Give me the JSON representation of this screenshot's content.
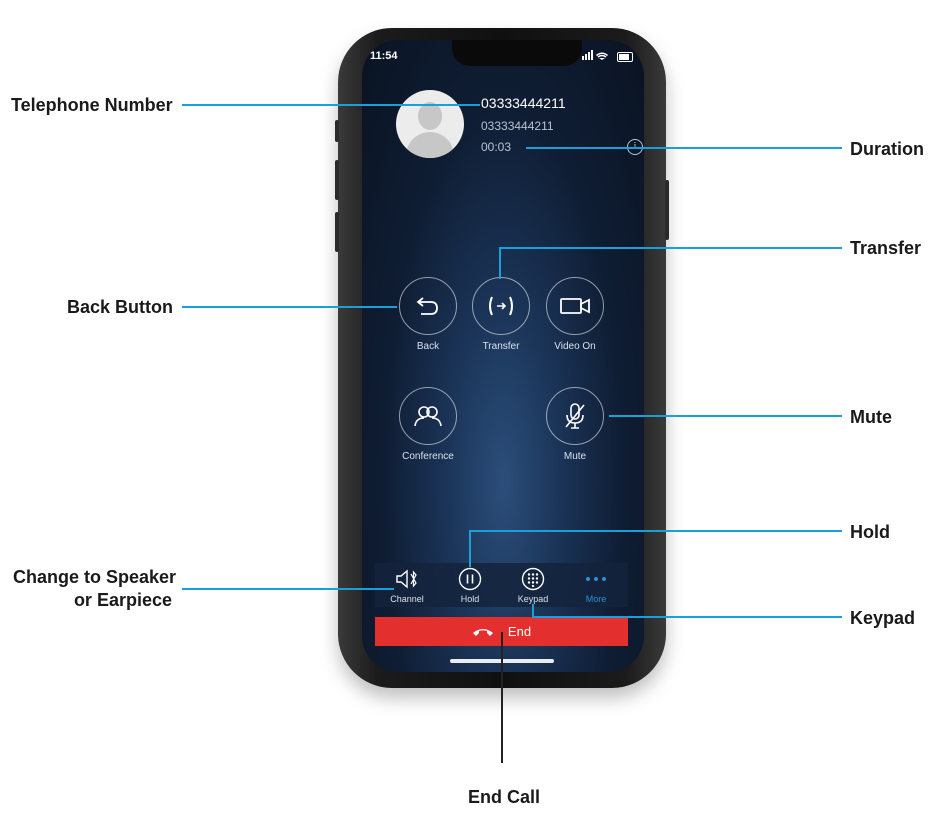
{
  "status_bar": {
    "time": "11:54",
    "icons": "signal-wifi-battery"
  },
  "caller": {
    "name": "03333444211",
    "number": "03333444211",
    "duration": "00:03"
  },
  "actions": [
    {
      "id": "back",
      "label": "Back",
      "icon": "back-arrow-icon"
    },
    {
      "id": "transfer",
      "label": "Transfer",
      "icon": "transfer-icon"
    },
    {
      "id": "video",
      "label": "Video On",
      "icon": "video-camera-icon"
    },
    {
      "id": "conference",
      "label": "Conference",
      "icon": "conference-icon"
    },
    {
      "id": "mute",
      "label": "Mute",
      "icon": "microphone-off-icon"
    }
  ],
  "toolbar": [
    {
      "id": "channel",
      "label": "Channel",
      "icon": "speaker-bluetooth-icon"
    },
    {
      "id": "hold",
      "label": "Hold",
      "icon": "pause-icon"
    },
    {
      "id": "keypad",
      "label": "Keypad",
      "icon": "keypad-icon"
    },
    {
      "id": "more",
      "label": "More",
      "icon": "more-dots-icon",
      "color": "#2f8fd6"
    }
  ],
  "end_call": {
    "label": "End",
    "color": "#e3302f"
  },
  "annotations": {
    "telephone_number": "Telephone Number",
    "duration": "Duration",
    "transfer": "Transfer",
    "back_button": "Back Button",
    "mute": "Mute",
    "hold": "Hold",
    "change_speaker_line1": "Change to Speaker",
    "change_speaker_line2": "or Earpiece",
    "keypad": "Keypad",
    "end_call": "End Call"
  },
  "colors": {
    "callout_line": "#1aa0d8",
    "end_button": "#e3302f",
    "more_accent": "#2f8fd6"
  }
}
